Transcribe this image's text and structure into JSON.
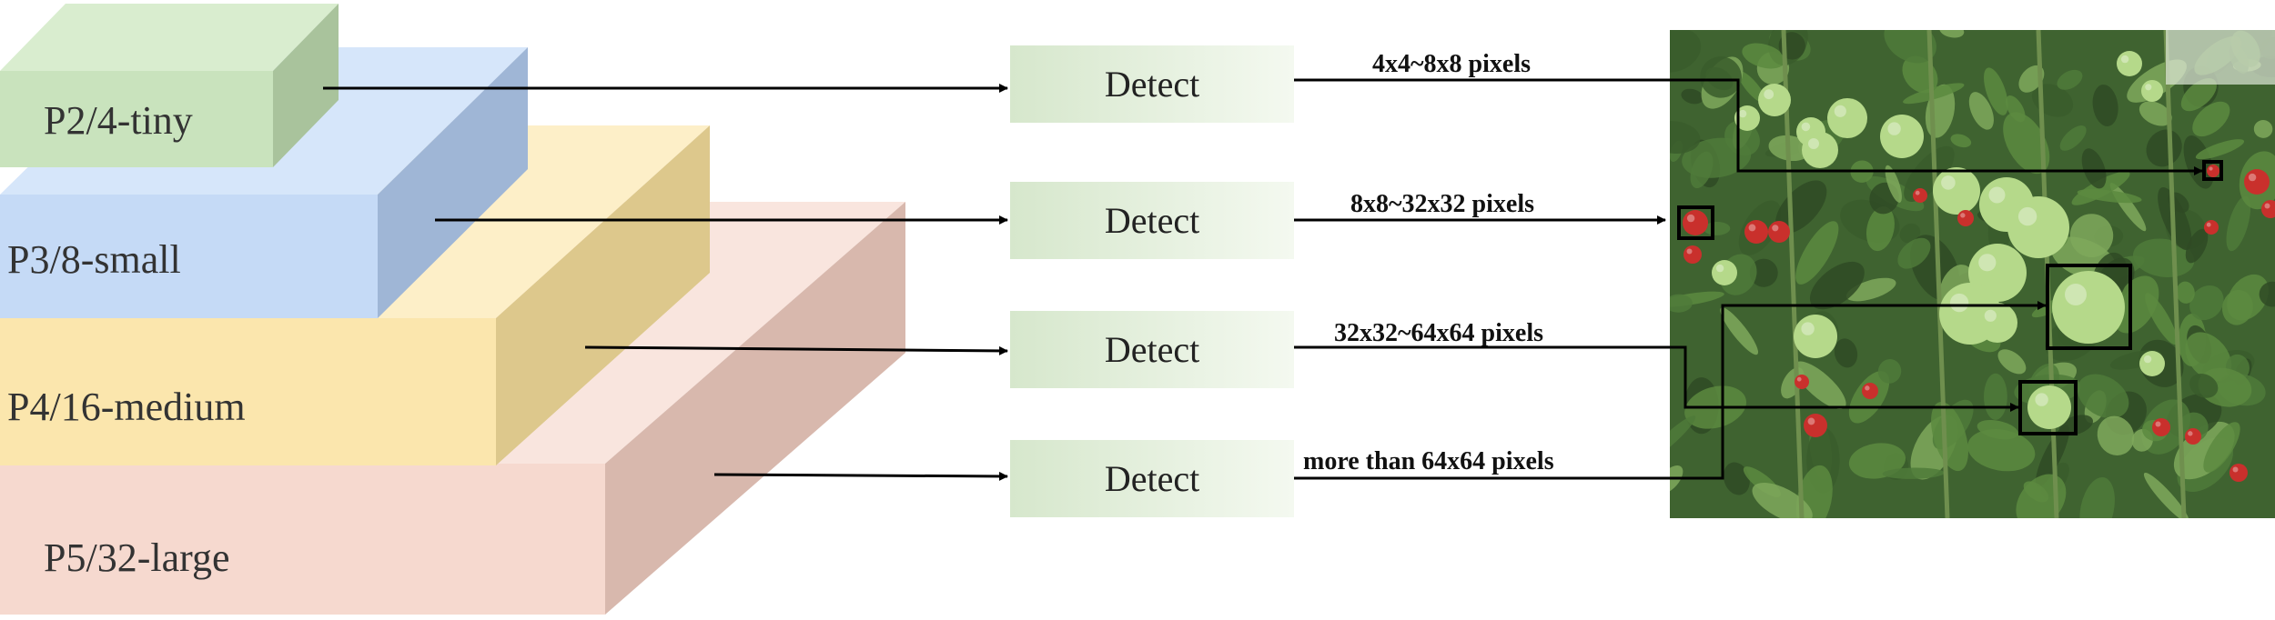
{
  "layers": [
    {
      "label": "P2/4-tiny",
      "front": "#c9e3bd",
      "top": "#d9edcf",
      "side": "#a9c39c"
    },
    {
      "label": "P3/8-small",
      "front": "#c5daf6",
      "top": "#d6e6fa",
      "side": "#9fb6d6"
    },
    {
      "label": "P4/16-medium",
      "front": "#fbe6ad",
      "top": "#fdefc8",
      "side": "#ddc88c"
    },
    {
      "label": "P5/32-large",
      "front": "#f6d9cf",
      "top": "#f9e5de",
      "side": "#d8b8ad"
    }
  ],
  "detect": {
    "label": "Detect",
    "color_left": "#d6e7cc",
    "color_right": "#f4f9f0"
  },
  "ranges": [
    {
      "label": "4x4~8x8 pixels"
    },
    {
      "label": "8x8~32x32 pixels"
    },
    {
      "label": "32x32~64x64 pixels"
    },
    {
      "label": "more than 64x64 pixels"
    }
  ],
  "photo": {
    "subject": "tomato plants with green and red tomatoes",
    "colors": {
      "leaf_dark": "#2f4a24",
      "leaf": "#4f7a3a",
      "leaf_light": "#7fa85c",
      "tomato_green": "#b5d98a",
      "tomato_red": "#c9302c"
    }
  },
  "colors": {
    "arrow": "#000000",
    "box": "#000000"
  }
}
